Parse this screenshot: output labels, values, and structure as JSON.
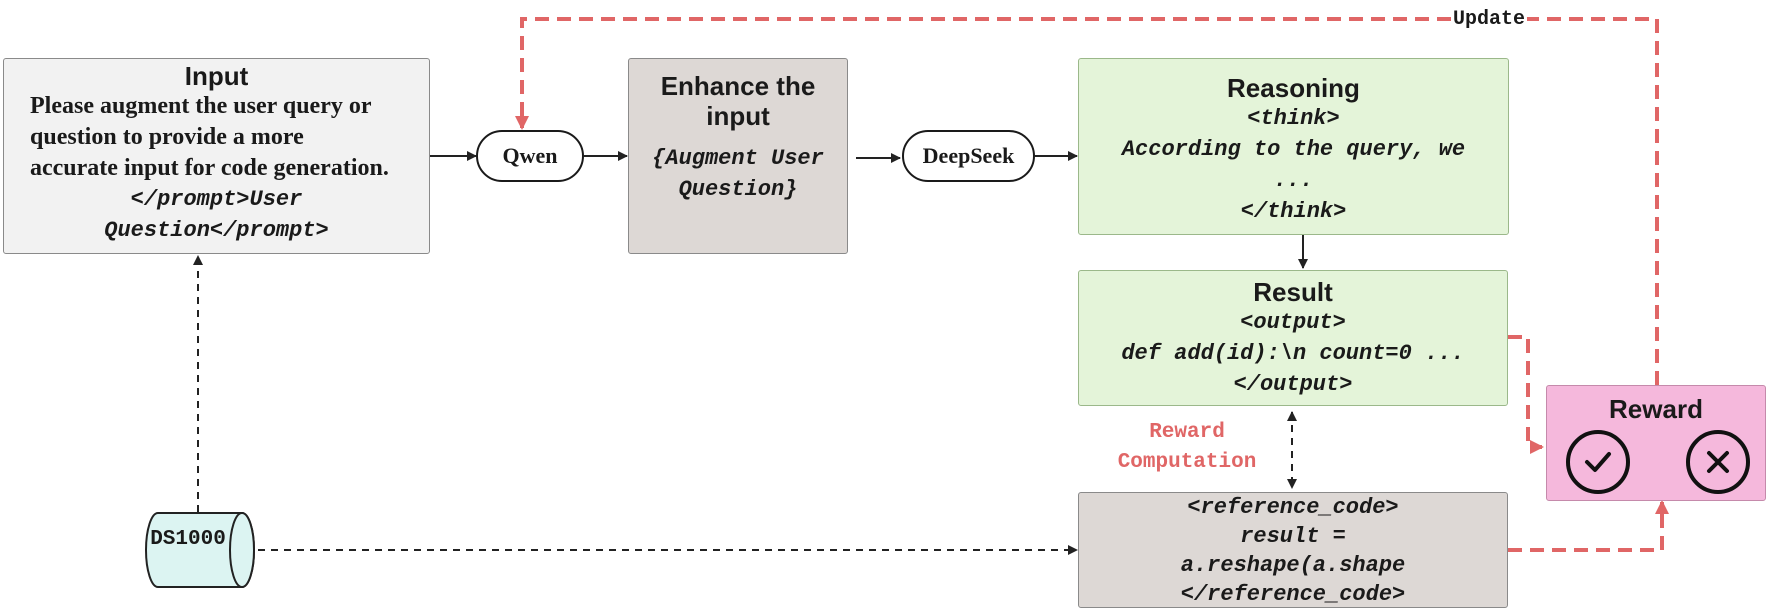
{
  "input": {
    "title": "Input",
    "instruction_lines": [
      "Please augment the user query or",
      "question to provide a more",
      "accurate input for code generation."
    ],
    "prompt_lines": [
      "</prompt>User",
      "Question</prompt>"
    ]
  },
  "qwen": {
    "label": "Qwen"
  },
  "enhance": {
    "title_lines": [
      "Enhance the",
      "input"
    ],
    "body_lines": [
      "{Augment User",
      "Question}"
    ]
  },
  "deepseek": {
    "label": "DeepSeek"
  },
  "reasoning": {
    "title": "Reasoning",
    "lines": [
      "<think>",
      "According to the query, we",
      "...",
      "</think>"
    ]
  },
  "result": {
    "title": "Result",
    "lines": [
      "<output>",
      "def add(id):\\n count=0 ...",
      "</output>"
    ]
  },
  "reward_computation": {
    "lines": [
      "Reward",
      "Computation"
    ]
  },
  "reference": {
    "lines": [
      "<reference_code>",
      "result =",
      "a.reshape(a.shape",
      "</reference_code>"
    ]
  },
  "dataset": {
    "label": "DS1000"
  },
  "reward": {
    "title": "Reward",
    "icons": [
      "check-icon",
      "cross-icon"
    ]
  },
  "update": {
    "label": "Update"
  },
  "colors": {
    "input_fill": "#f2f2f2",
    "enhance_fill": "#ddd8d5",
    "green_fill": "#e4f4d9",
    "green_border": "#9bb88a",
    "reward_fill": "#f5b8dc",
    "reward_border": "#c58aab",
    "db_fill": "#dcf4f2",
    "feedback_red": "#e06666",
    "arrow": "#222222"
  }
}
